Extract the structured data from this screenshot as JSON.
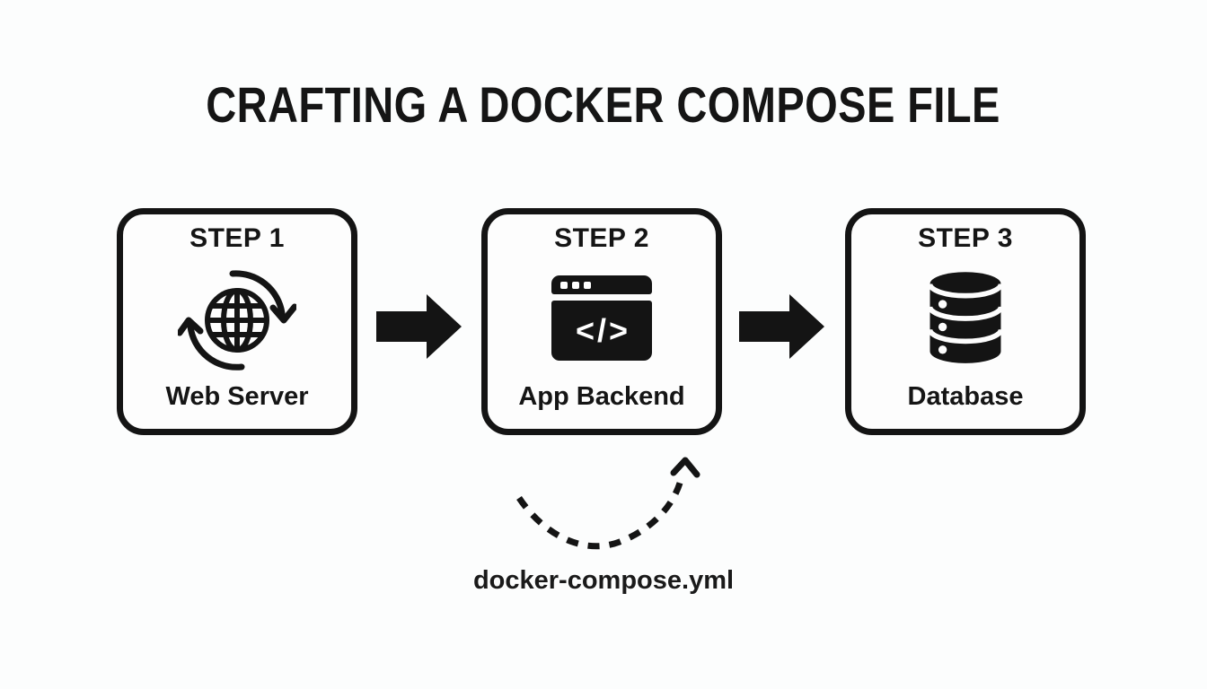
{
  "title": "CRAFTING A DOCKER COMPOSE FILE",
  "steps": [
    {
      "step_label": "STEP 1",
      "name": "Web Server",
      "icon": "globe-sync-icon"
    },
    {
      "step_label": "STEP 2",
      "name": "App Backend",
      "icon": "browser-code-icon",
      "icon_glyph": "</>"
    },
    {
      "step_label": "STEP 3",
      "name": "Database",
      "icon": "database-icon"
    }
  ],
  "connectors": [
    {
      "icon": "right-arrow-icon"
    },
    {
      "icon": "right-arrow-icon"
    }
  ],
  "annotation": {
    "label": "docker-compose.yml",
    "icon": "dashed-curved-arrow-icon"
  },
  "colors": {
    "ink": "#141414",
    "background": "#fcfdfd",
    "box_background": "#fdfdfd"
  }
}
